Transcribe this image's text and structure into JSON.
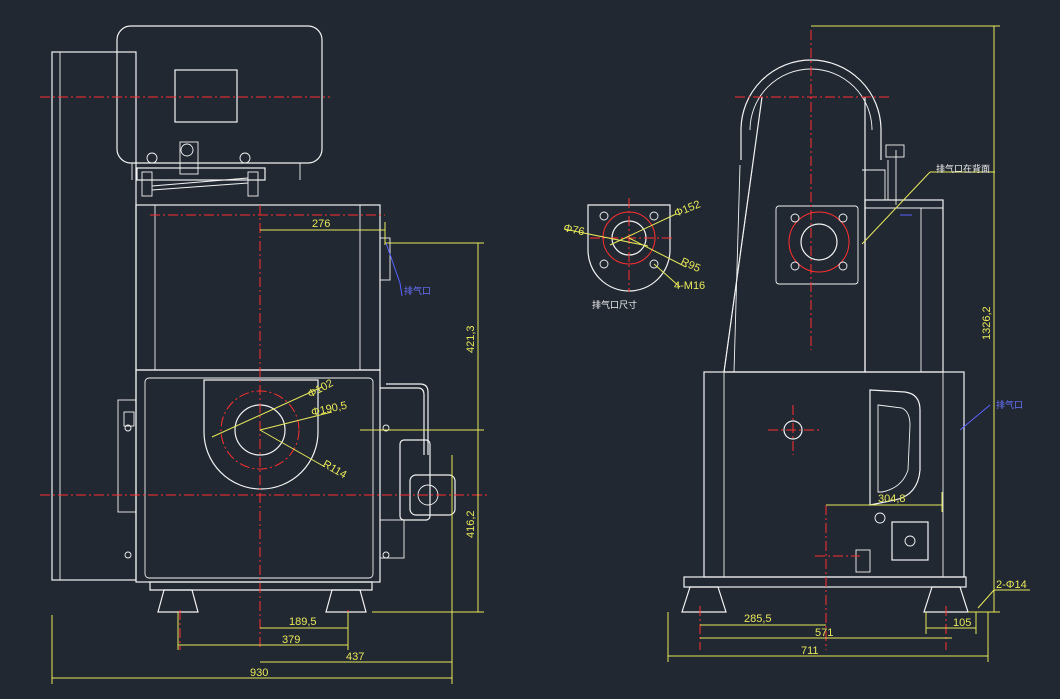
{
  "dimensions": {
    "front_overall_width": "930",
    "front_width_437": "437",
    "front_width_379": "379",
    "front_width_189": "189,5",
    "front_height_421": "421,3",
    "front_height_416": "416,2",
    "front_top_276": "276",
    "flange_d102": "Φ102",
    "flange_d190": "Φ190,5",
    "flange_r114": "R114",
    "side_width_711": "711",
    "side_width_571": "571",
    "side_width_285": "285,5",
    "side_width_105": "105",
    "side_width_304": "304,8",
    "side_height_1326": "1326,2",
    "side_holes": "2-Φ14",
    "detail_d76": "Φ76",
    "detail_d152": "Φ152",
    "detail_r95": "R95",
    "detail_bolts": "4-M16"
  },
  "notes": {
    "front_port": "排气口",
    "side_port": "排气口",
    "side_top": "排气口在背面",
    "detail_caption": "排气口尺寸"
  },
  "colors": {
    "background": "#212832",
    "outline": "#f2f2f2",
    "centerline": "#ff3030",
    "dimension": "#e8e85a",
    "annotation": "#5a62ff"
  }
}
